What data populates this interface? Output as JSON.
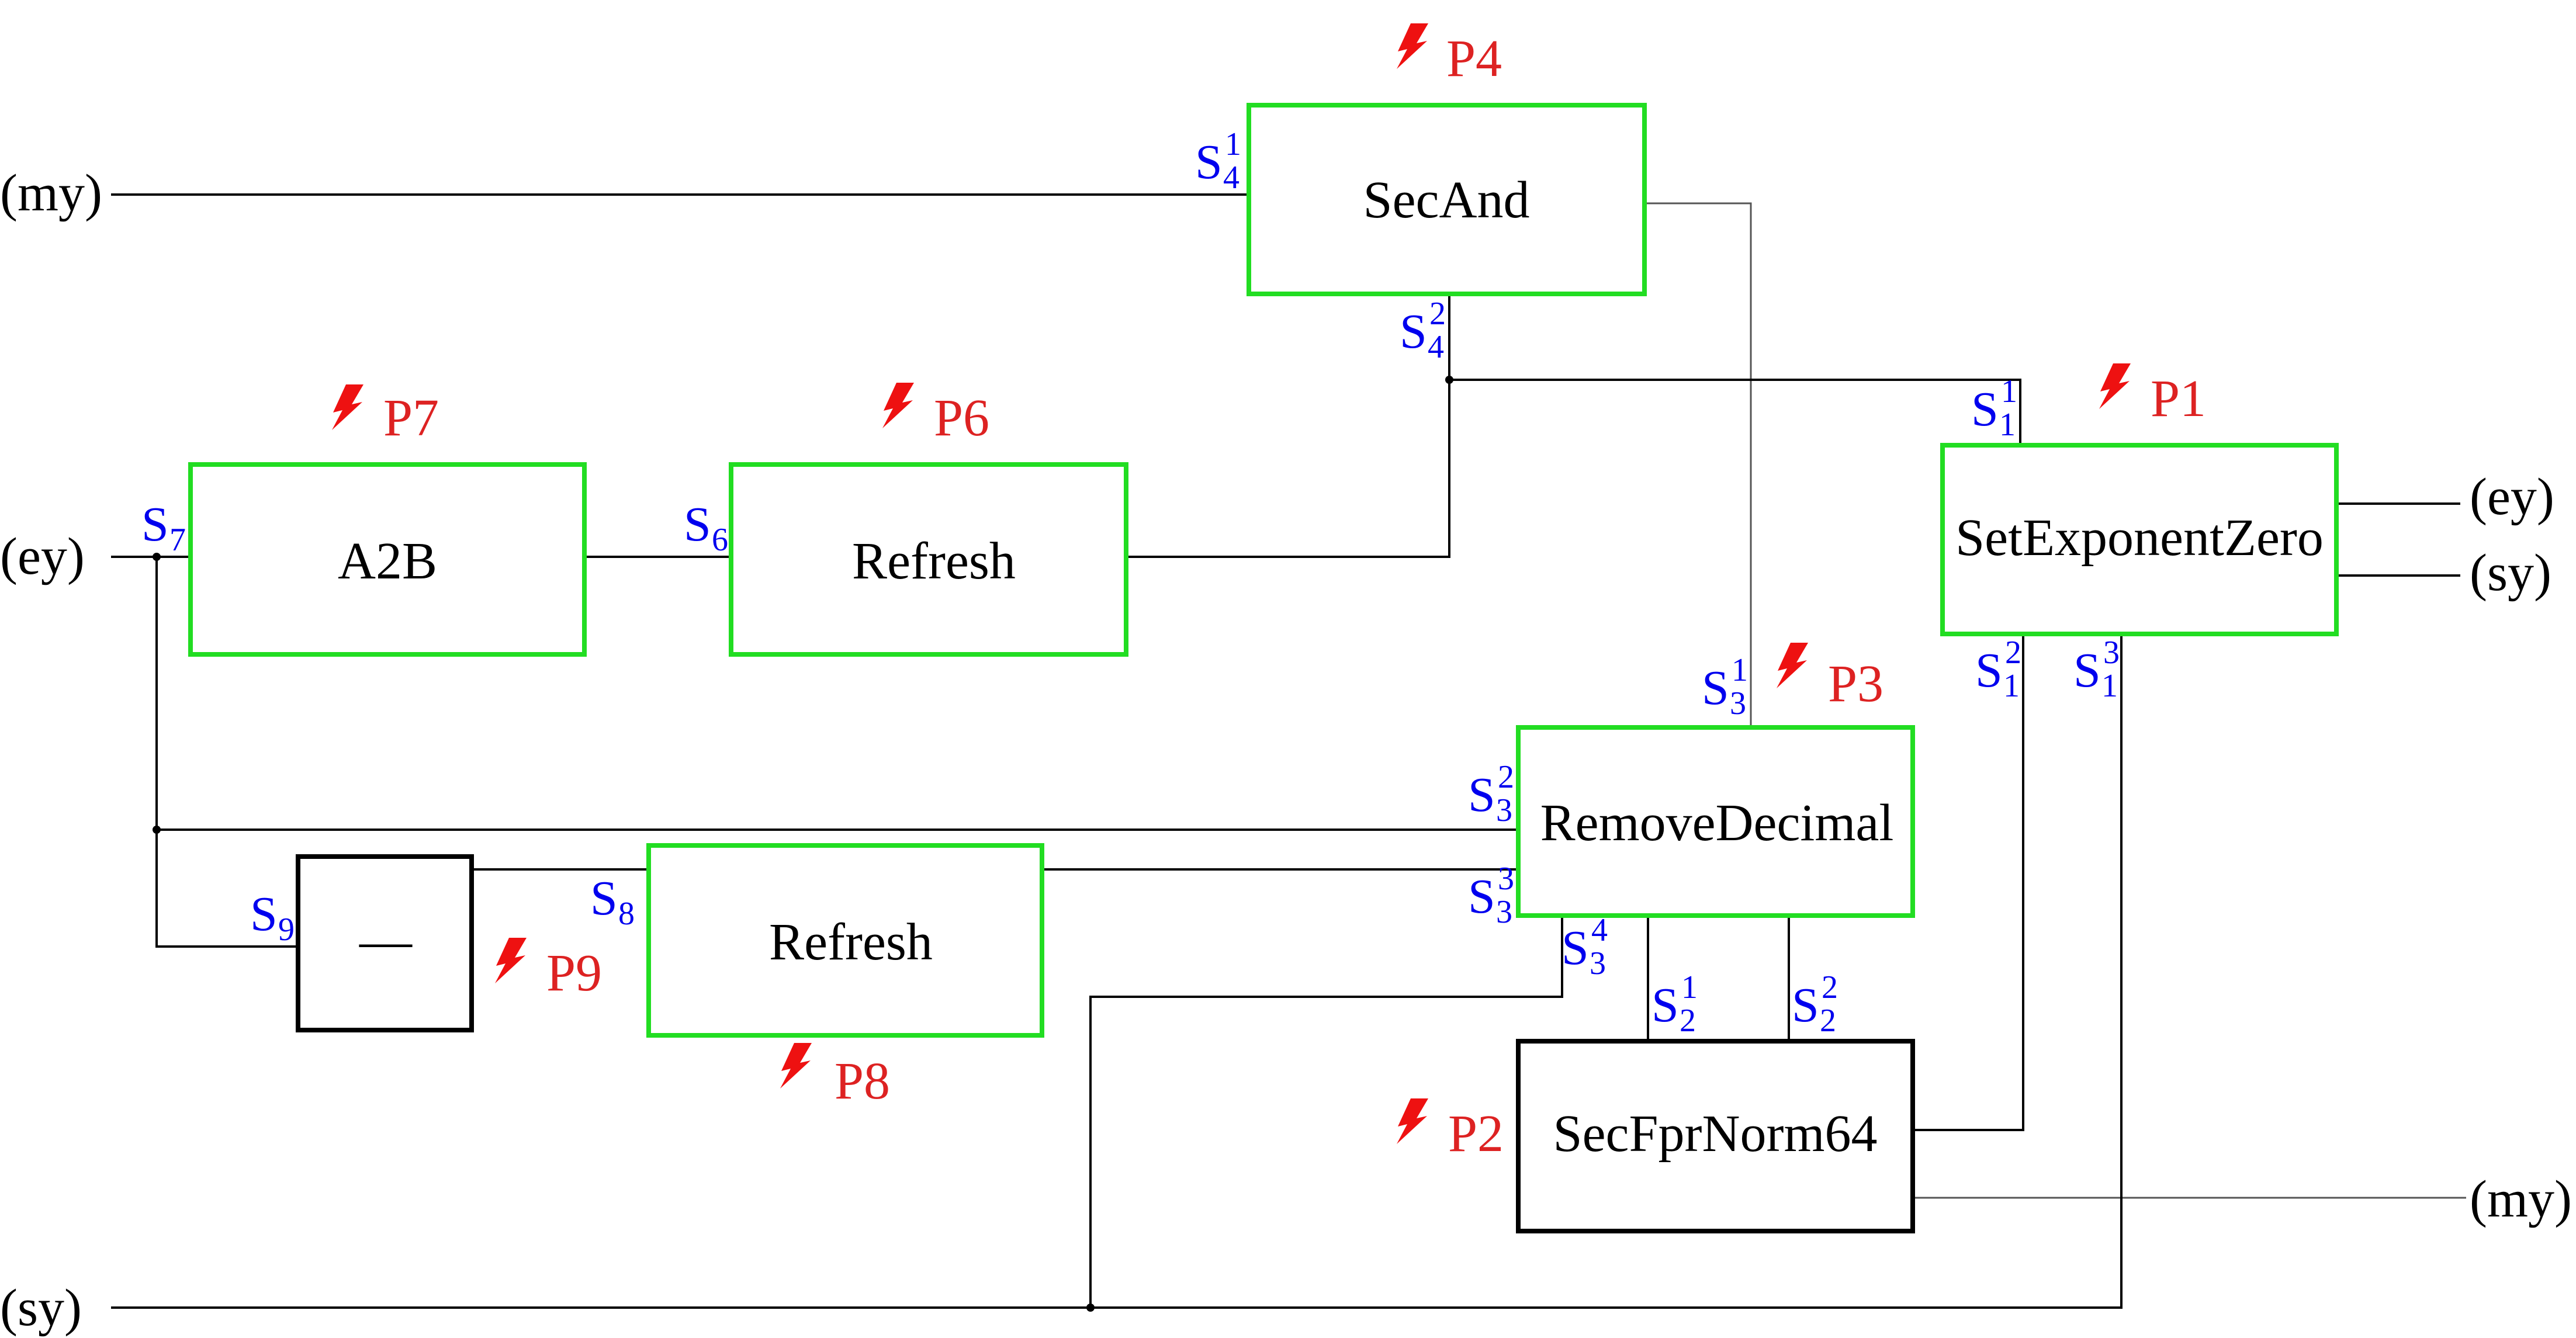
{
  "inputs": {
    "my": "(my)",
    "ey": "(ey)",
    "sy": "(sy)"
  },
  "outputs": {
    "ey": "(ey)",
    "sy": "(sy)",
    "my": "(my)"
  },
  "blocks": {
    "secand": "SecAnd",
    "a2b": "A2B",
    "refresh_top": "Refresh",
    "set_exponent_zero": "SetExponentZero",
    "remove_decimal": "RemoveDecimal",
    "refresh_bottom": "Refresh",
    "neg": "—",
    "secfprnorm64": "SecFprNorm64"
  },
  "ports": {
    "s4_1": {
      "base": "S",
      "sub": "4",
      "sup": "1"
    },
    "s4_2": {
      "base": "S",
      "sub": "4",
      "sup": "2"
    },
    "s7": {
      "base": "S",
      "sub": "7",
      "sup": ""
    },
    "s6": {
      "base": "S",
      "sub": "6",
      "sup": ""
    },
    "s1_1": {
      "base": "S",
      "sub": "1",
      "sup": "1"
    },
    "s1_2": {
      "base": "S",
      "sub": "1",
      "sup": "2"
    },
    "s1_3": {
      "base": "S",
      "sub": "1",
      "sup": "3"
    },
    "s3_1": {
      "base": "S",
      "sub": "3",
      "sup": "1"
    },
    "s3_2": {
      "base": "S",
      "sub": "3",
      "sup": "2"
    },
    "s3_3": {
      "base": "S",
      "sub": "3",
      "sup": "3"
    },
    "s3_4": {
      "base": "S",
      "sub": "3",
      "sup": "4"
    },
    "s9": {
      "base": "S",
      "sub": "9",
      "sup": ""
    },
    "s8": {
      "base": "S",
      "sub": "8",
      "sup": ""
    },
    "s2_1": {
      "base": "S",
      "sub": "2",
      "sup": "1"
    },
    "s2_2": {
      "base": "S",
      "sub": "2",
      "sup": "2"
    }
  },
  "probes": {
    "p1": "P1",
    "p2": "P2",
    "p3": "P3",
    "p4": "P4",
    "p6": "P6",
    "p7": "P7",
    "p8": "P8",
    "p9": "P9"
  },
  "colors": {
    "gadget_border": "#22dd22",
    "plain_border": "#000000",
    "port_label": "#0000ee",
    "probe": "#dd2222"
  },
  "icons": {
    "probe": "lightning-bolt-icon"
  }
}
